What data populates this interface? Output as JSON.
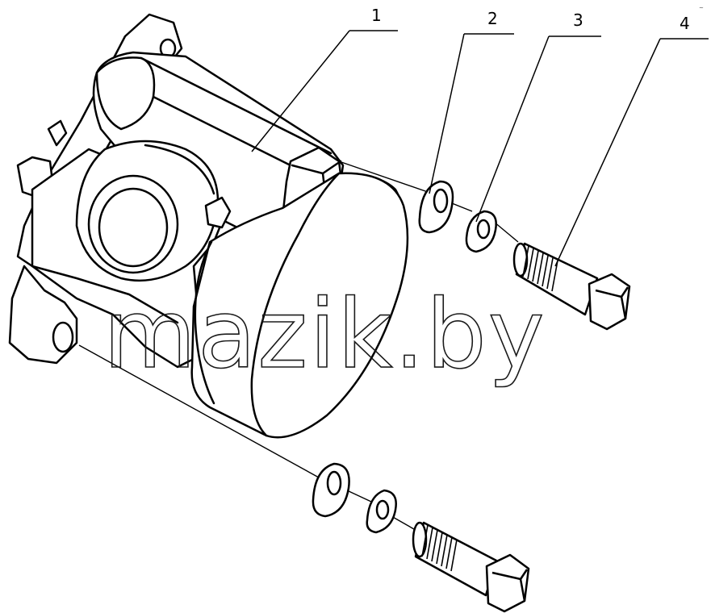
{
  "callouts": [
    {
      "id": "1",
      "label": "1"
    },
    {
      "id": "2",
      "label": "2"
    },
    {
      "id": "3",
      "label": "3"
    },
    {
      "id": "4",
      "label": "4"
    }
  ],
  "watermark": {
    "text": "mazik.by"
  },
  "corner_mark": {
    "text": "~"
  },
  "colors": {
    "ink": "#000000",
    "part_fill": "#ffffff",
    "background": "#ffffff"
  }
}
